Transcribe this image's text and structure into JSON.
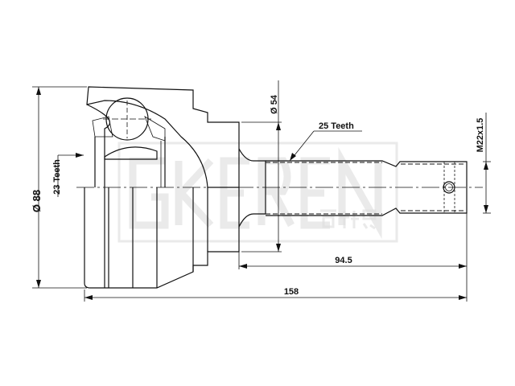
{
  "drawing": {
    "dimensions": {
      "outer_diameter": "Ø 88",
      "inner_spline": "23 Teeth",
      "neck_diameter": "Ø 54",
      "outer_spline": "25 Teeth",
      "thread": "M22x1.5",
      "shaft_length": "94.5",
      "total_length": "158"
    },
    "watermark": {
      "latin": "GKEREN",
      "chinese": "吉科恩"
    },
    "line_color": "#111111"
  }
}
